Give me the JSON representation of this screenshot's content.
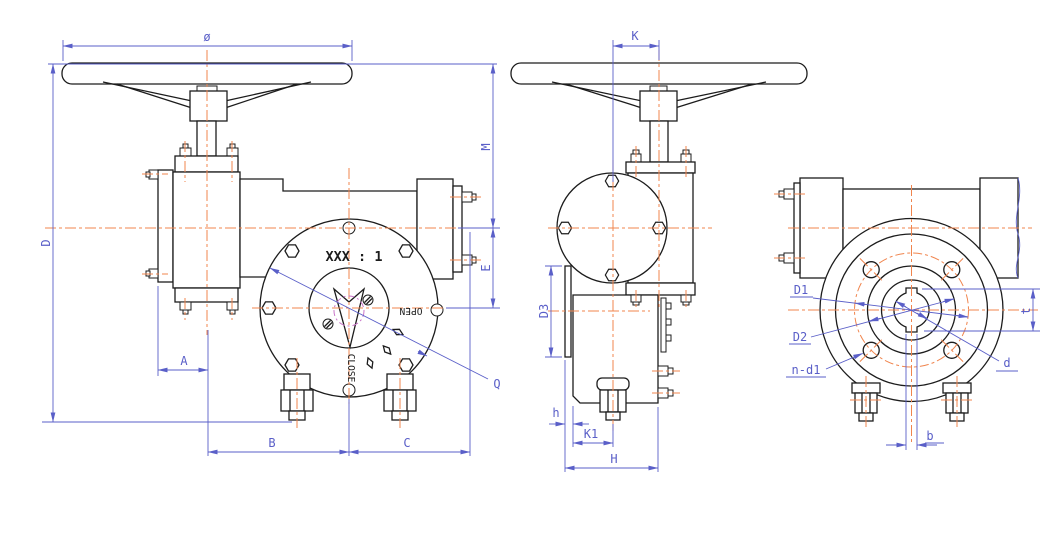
{
  "title": "gearbox-dimensional-drawing",
  "colors": {
    "outline": "#1c1c1c",
    "dimension": "#5a5fc8",
    "centerline": "#f0854e",
    "detail": "#c873c8"
  },
  "front_view": {
    "ratio_label": "XXX : 1",
    "open_label": "OPEN",
    "close_label": "CLOSE",
    "dims": {
      "wheel_diameter": "ø",
      "overall_height": "D",
      "top_to_axis": "M",
      "axis_to_output": "E",
      "center_offset": "A",
      "base_left": "B",
      "base_right": "C",
      "flange_diameter": "Q"
    }
  },
  "side_view": {
    "dims": {
      "wheel_offset": "K",
      "boss_diameter": "D3",
      "flange_thickness": "h",
      "plug_offset": "K1",
      "overall_depth": "H"
    }
  },
  "rear_view": {
    "dims": {
      "bolt_circle_diameter": "D1",
      "spigot_diameter": "D2",
      "bolt_holes": "n-d1",
      "bore_diameter": "d",
      "keyway_height": "t",
      "keyway_width": "b"
    }
  }
}
